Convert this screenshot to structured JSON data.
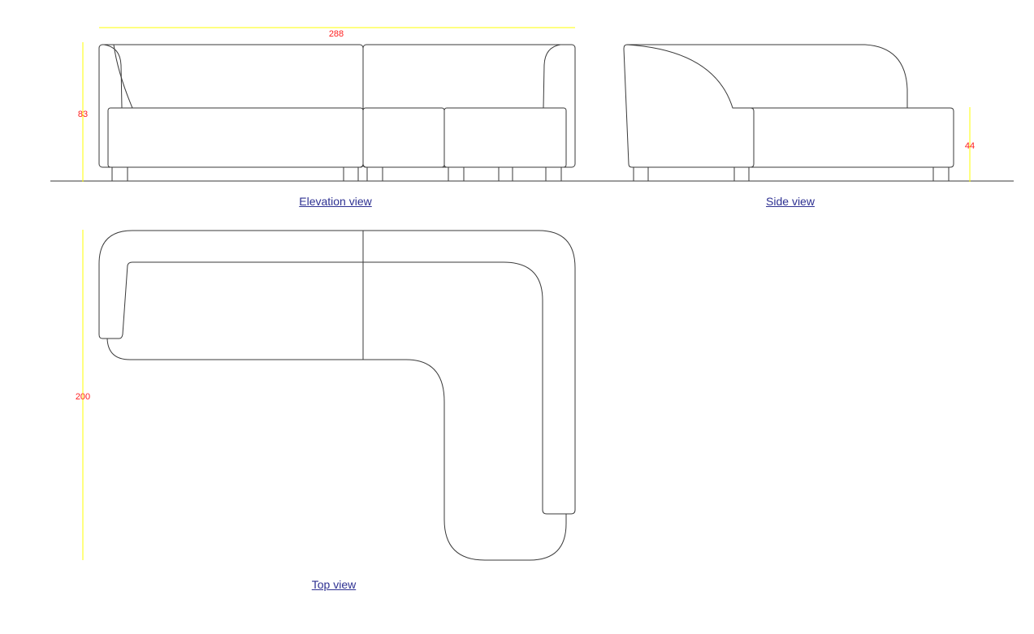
{
  "captions": {
    "elevation": "Elevation view",
    "side": "Side view",
    "top": "Top view"
  },
  "dimensions": {
    "width": "288",
    "height": "83",
    "seat_height": "44",
    "depth": "200"
  },
  "colors": {
    "dimension_line": "#ffff00",
    "dimension_text": "#ff2020",
    "caption_link": "#2e3192",
    "outline": "#3a3a3a"
  }
}
